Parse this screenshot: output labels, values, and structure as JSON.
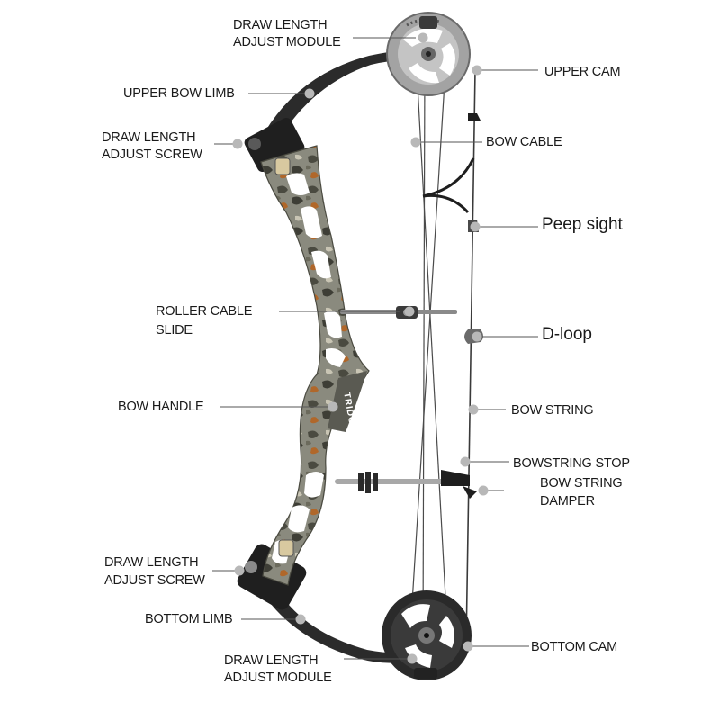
{
  "labels": {
    "draw_length_adjust_module_top_l1": "DRAW LENGTH",
    "draw_length_adjust_module_top_l2": "ADJUST MODULE",
    "upper_cam": "UPPER CAM",
    "upper_bow_limb": "UPPER BOW LIMB",
    "draw_length_adjust_screw_top_l1": "DRAW LENGTH",
    "draw_length_adjust_screw_top_l2": "ADJUST SCREW",
    "bow_cable": "BOW CABLE",
    "peep_sight": "Peep sight",
    "roller_cable_slide_l1": "ROLLER CABLE",
    "roller_cable_slide_l2": "SLIDE",
    "d_loop": "D-loop",
    "bow_handle": "BOW HANDLE",
    "bow_string": "BOW STRING",
    "bowstring_stop": "BOWSTRING STOP",
    "bow_string_damper_l1": "BOW STRING",
    "bow_string_damper_l2": "DAMPER",
    "draw_length_adjust_screw_bottom_l1": "DRAW LENGTH",
    "draw_length_adjust_screw_bottom_l2": "ADJUST SCREW",
    "bottom_limb": "BOTTOM LIMB",
    "bottom_cam": "BOTTOM CAM",
    "draw_length_adjust_module_bottom_l1": "DRAW LENGTH",
    "draw_length_adjust_module_bottom_l2": "ADJUST MODULE"
  },
  "brand_text": "TRIDON",
  "colors": {
    "label_text": "#1a1a1a",
    "leader_line": "#555555",
    "marker_dot": "#b8b8b8",
    "camo_base": "#8a8a7e",
    "camo_dark": "#3e3e36",
    "camo_orange": "#b0672a",
    "limb": "#2b2b2b",
    "upper_cam": "#9a9a9a",
    "bottom_cam": "#2a2a2a",
    "string": "#3a3a3a"
  }
}
